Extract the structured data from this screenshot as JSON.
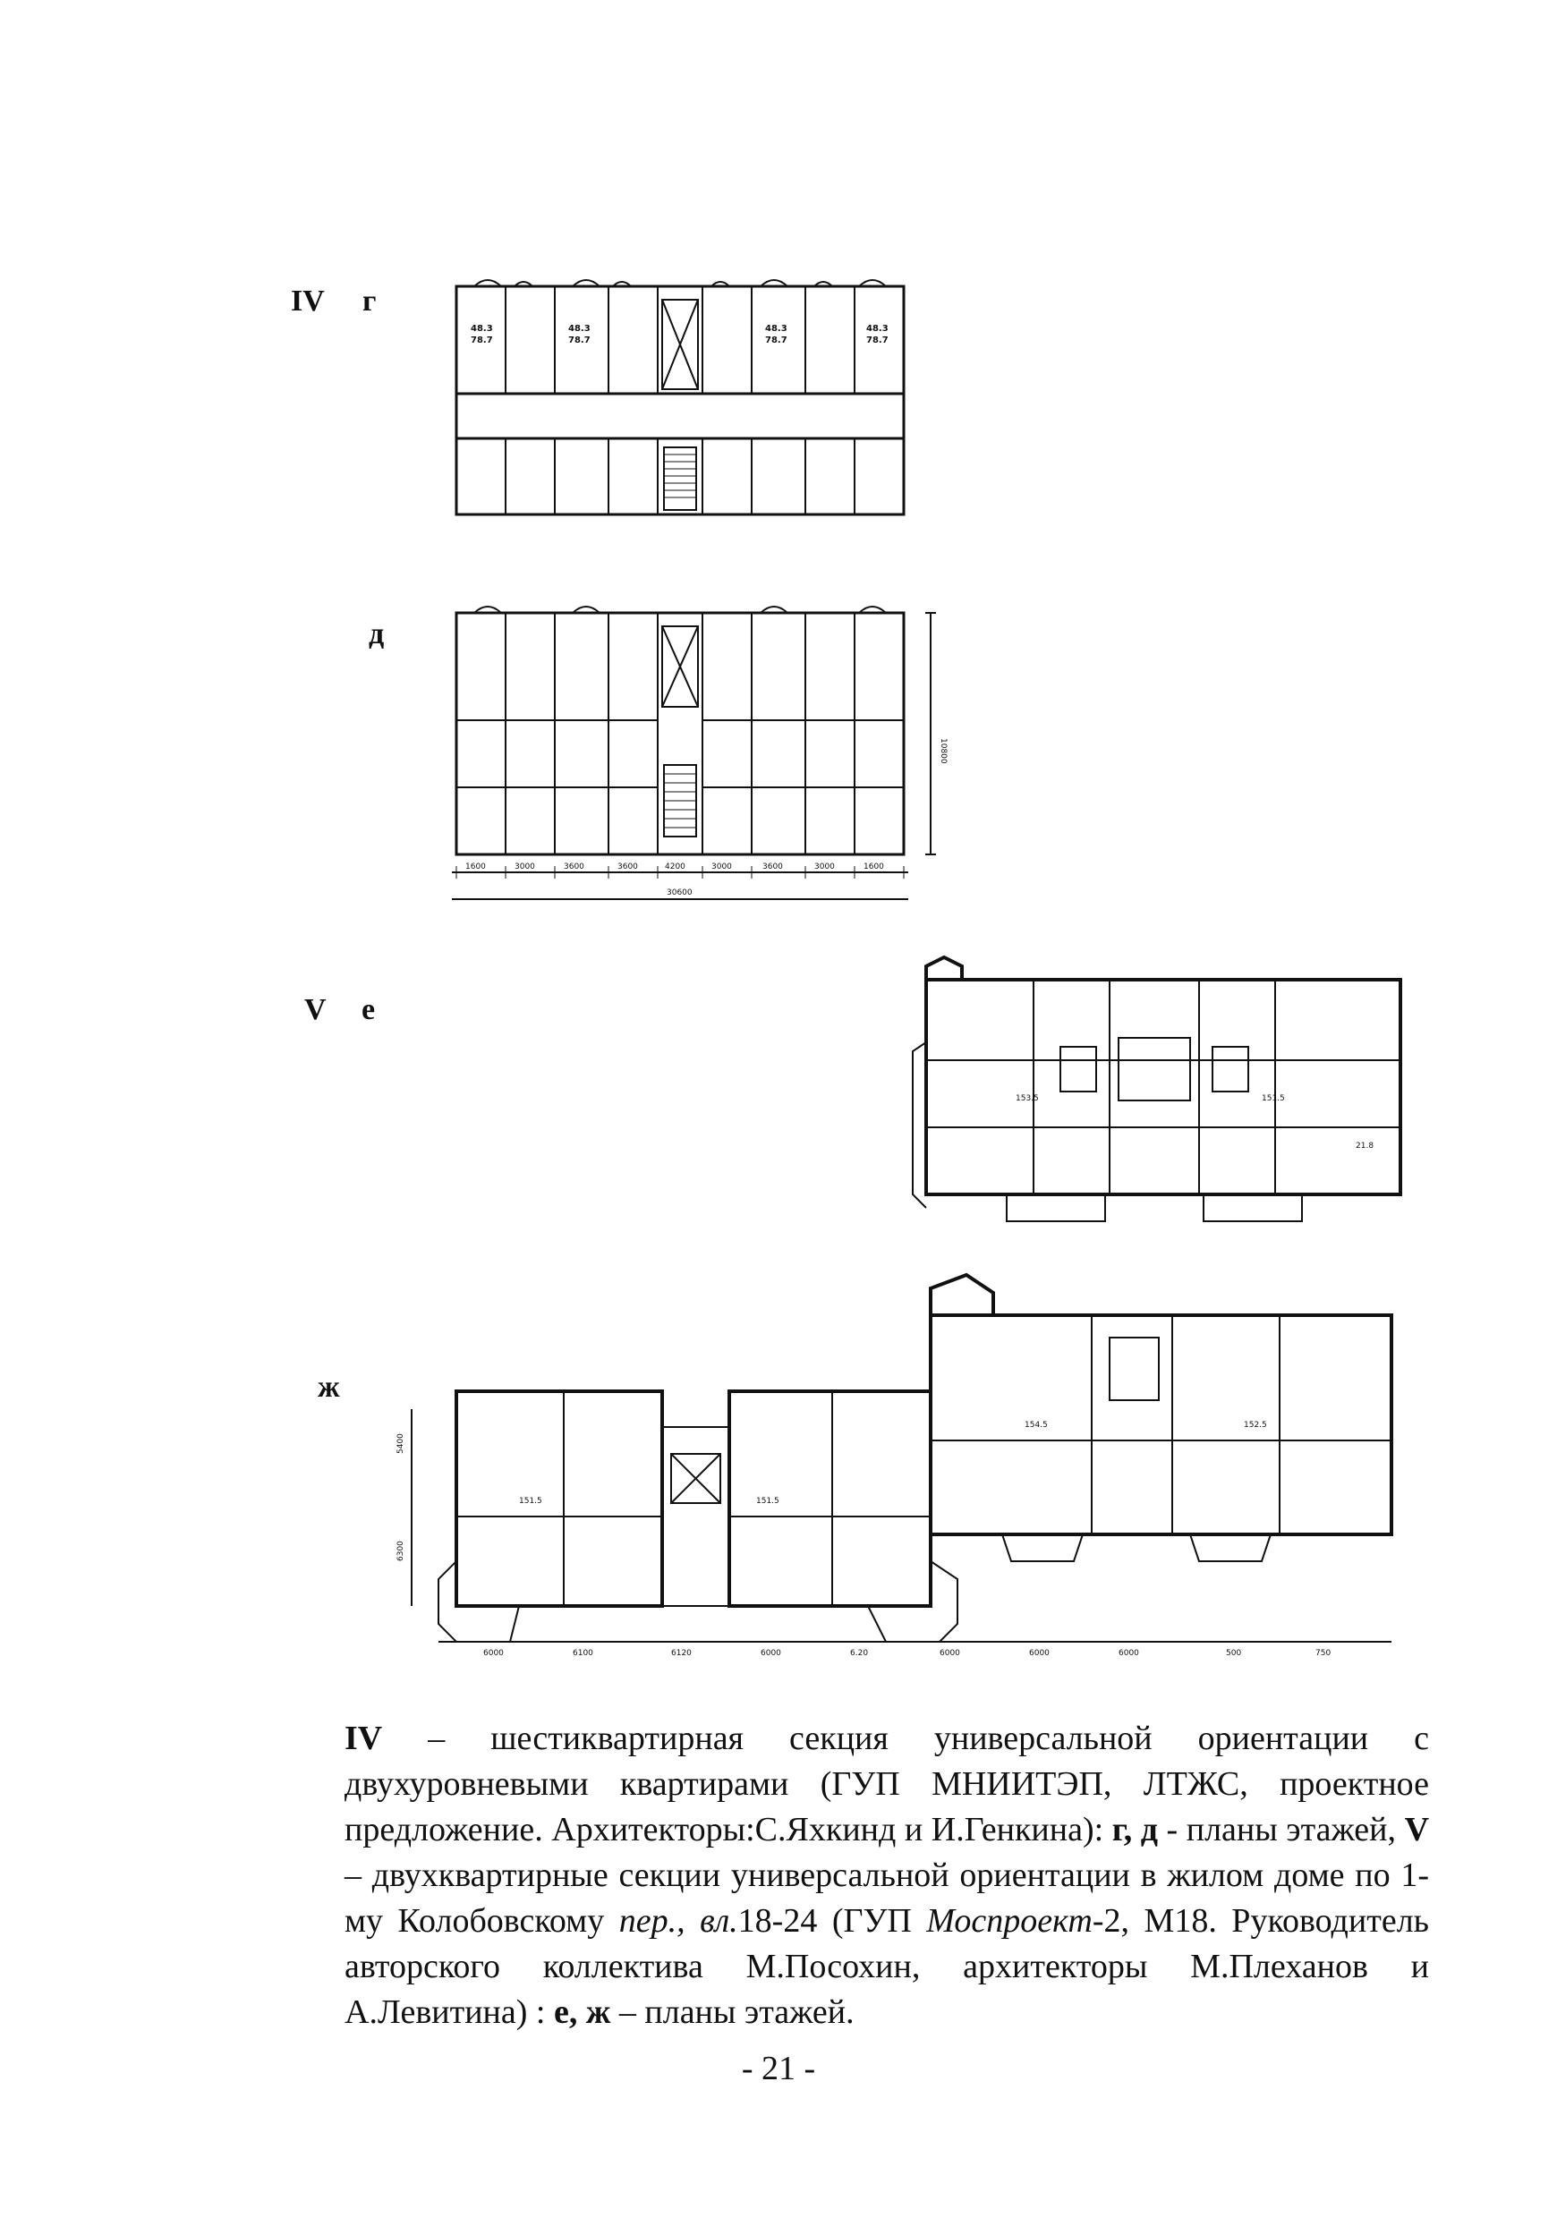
{
  "labels": {
    "iv": "IV",
    "g": "г",
    "d": "д",
    "v": "V",
    "e": "е",
    "zh": "ж"
  },
  "plan_g": {
    "areas": [
      "48.3",
      "78.7"
    ]
  },
  "plan_d": {
    "dims": [
      "1600",
      "3000",
      "3600",
      "3600",
      "4200",
      "3000",
      "3600",
      "3000",
      "1600"
    ],
    "total": "30600",
    "height": "10800"
  },
  "plan_e": {
    "areas": [
      "153.5",
      "151.5",
      "21.8"
    ]
  },
  "plan_zh": {
    "areas": [
      "151.5",
      "151.5",
      "154.5",
      "152.5"
    ],
    "dims": [
      "6000",
      "6100",
      "6120",
      "6000",
      "6.20",
      "6000",
      "6000",
      "6000",
      "500",
      "750"
    ],
    "side_dims": [
      "5400",
      "6300"
    ]
  },
  "caption": {
    "iv_label": "IV",
    "iv_text": " – шестиквартирная секция универсальной ориентации с двухуровневыми квартирами (ГУП МНИИТЭП, ЛТЖС, проектное предложение. Архитекторы:С.Яхкинд и И.Генкина): ",
    "iv_plans_label": "г, д",
    "iv_plans_text": " - планы этажей,",
    "v_label": "V",
    "v_text_1": " – двухквартирные секции универсальной ориентации в жилом доме по 1-му Колобовскому ",
    "v_italic": "пер., вл.",
    "v_text_2": "18-24 (ГУП ",
    "v_italic_2": "Моспроект",
    "v_text_3": "-2, М18. Руководитель авторского коллектива М.Посохин, архитекторы М.Плеханов и А.Левитина) : ",
    "v_plans_label": "е, ж",
    "v_plans_text": " – планы этажей."
  },
  "page_number": "- 21 -"
}
